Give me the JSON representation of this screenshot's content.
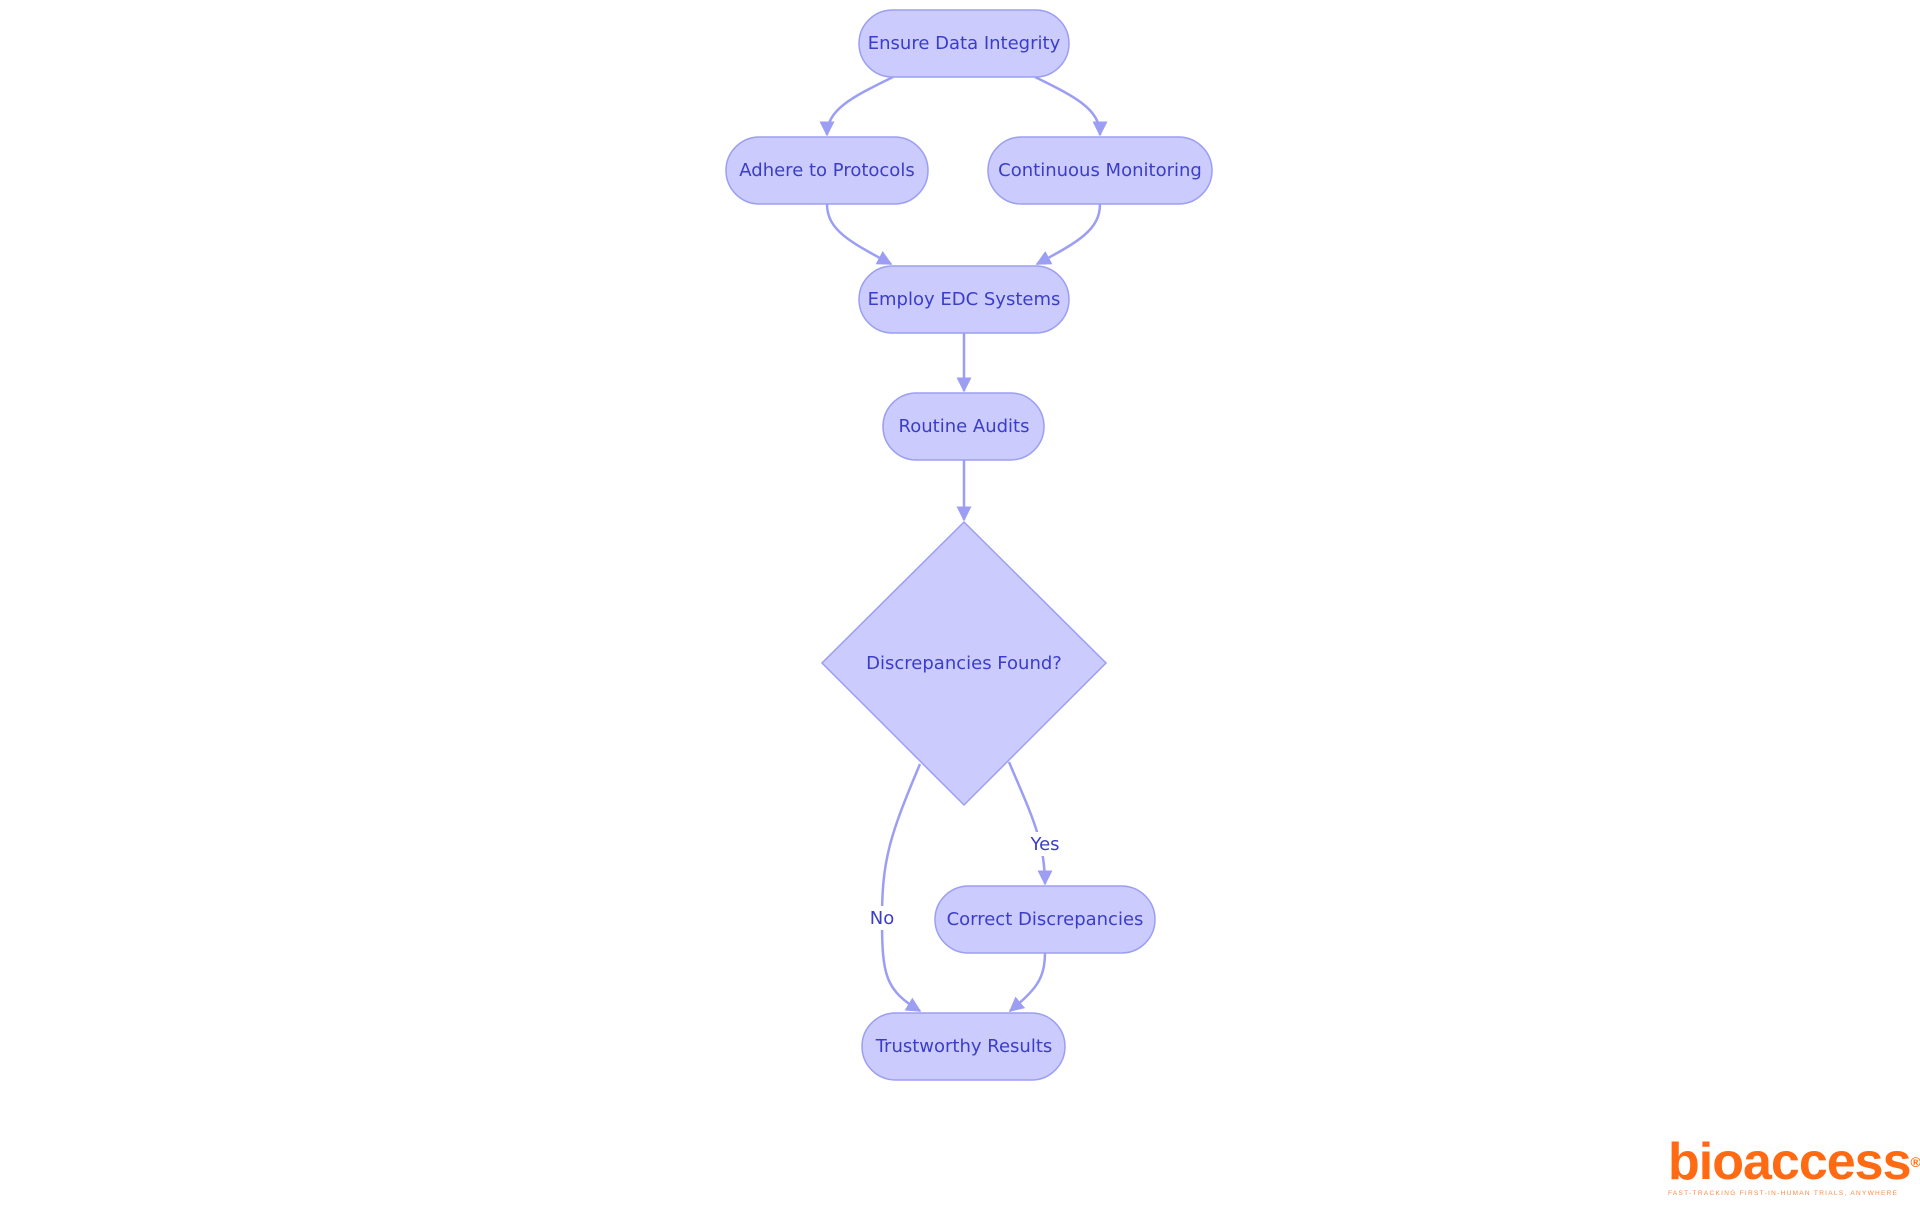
{
  "diagram": {
    "type": "flowchart",
    "colors": {
      "node_fill": "#cbccfd",
      "node_stroke": "#9c9ef3",
      "text": "#3b3dc9",
      "edge": "#9c9ef3"
    },
    "nodes": {
      "ensure": "Ensure Data Integrity",
      "adhere": "Adhere to Protocols",
      "monitor": "Continuous Monitoring",
      "edc": "Employ EDC Systems",
      "audits": "Routine Audits",
      "decision": "Discrepancies Found?",
      "correct": "Correct Discrepancies",
      "results": "Trustworthy Results"
    },
    "edges": [
      {
        "from": "ensure",
        "to": "adhere"
      },
      {
        "from": "ensure",
        "to": "monitor"
      },
      {
        "from": "adhere",
        "to": "edc"
      },
      {
        "from": "monitor",
        "to": "edc"
      },
      {
        "from": "edc",
        "to": "audits"
      },
      {
        "from": "audits",
        "to": "decision"
      },
      {
        "from": "decision",
        "to": "correct",
        "label": "Yes"
      },
      {
        "from": "decision",
        "to": "results",
        "label": "No"
      },
      {
        "from": "correct",
        "to": "results"
      }
    ],
    "edge_labels": {
      "yes": "Yes",
      "no": "No"
    }
  },
  "logo": {
    "name": "bioaccess",
    "registered": "®",
    "tagline": "FAST-TRACKING FIRST-IN-HUMAN TRIALS, ANYWHERE",
    "color": "#ff6a13"
  }
}
